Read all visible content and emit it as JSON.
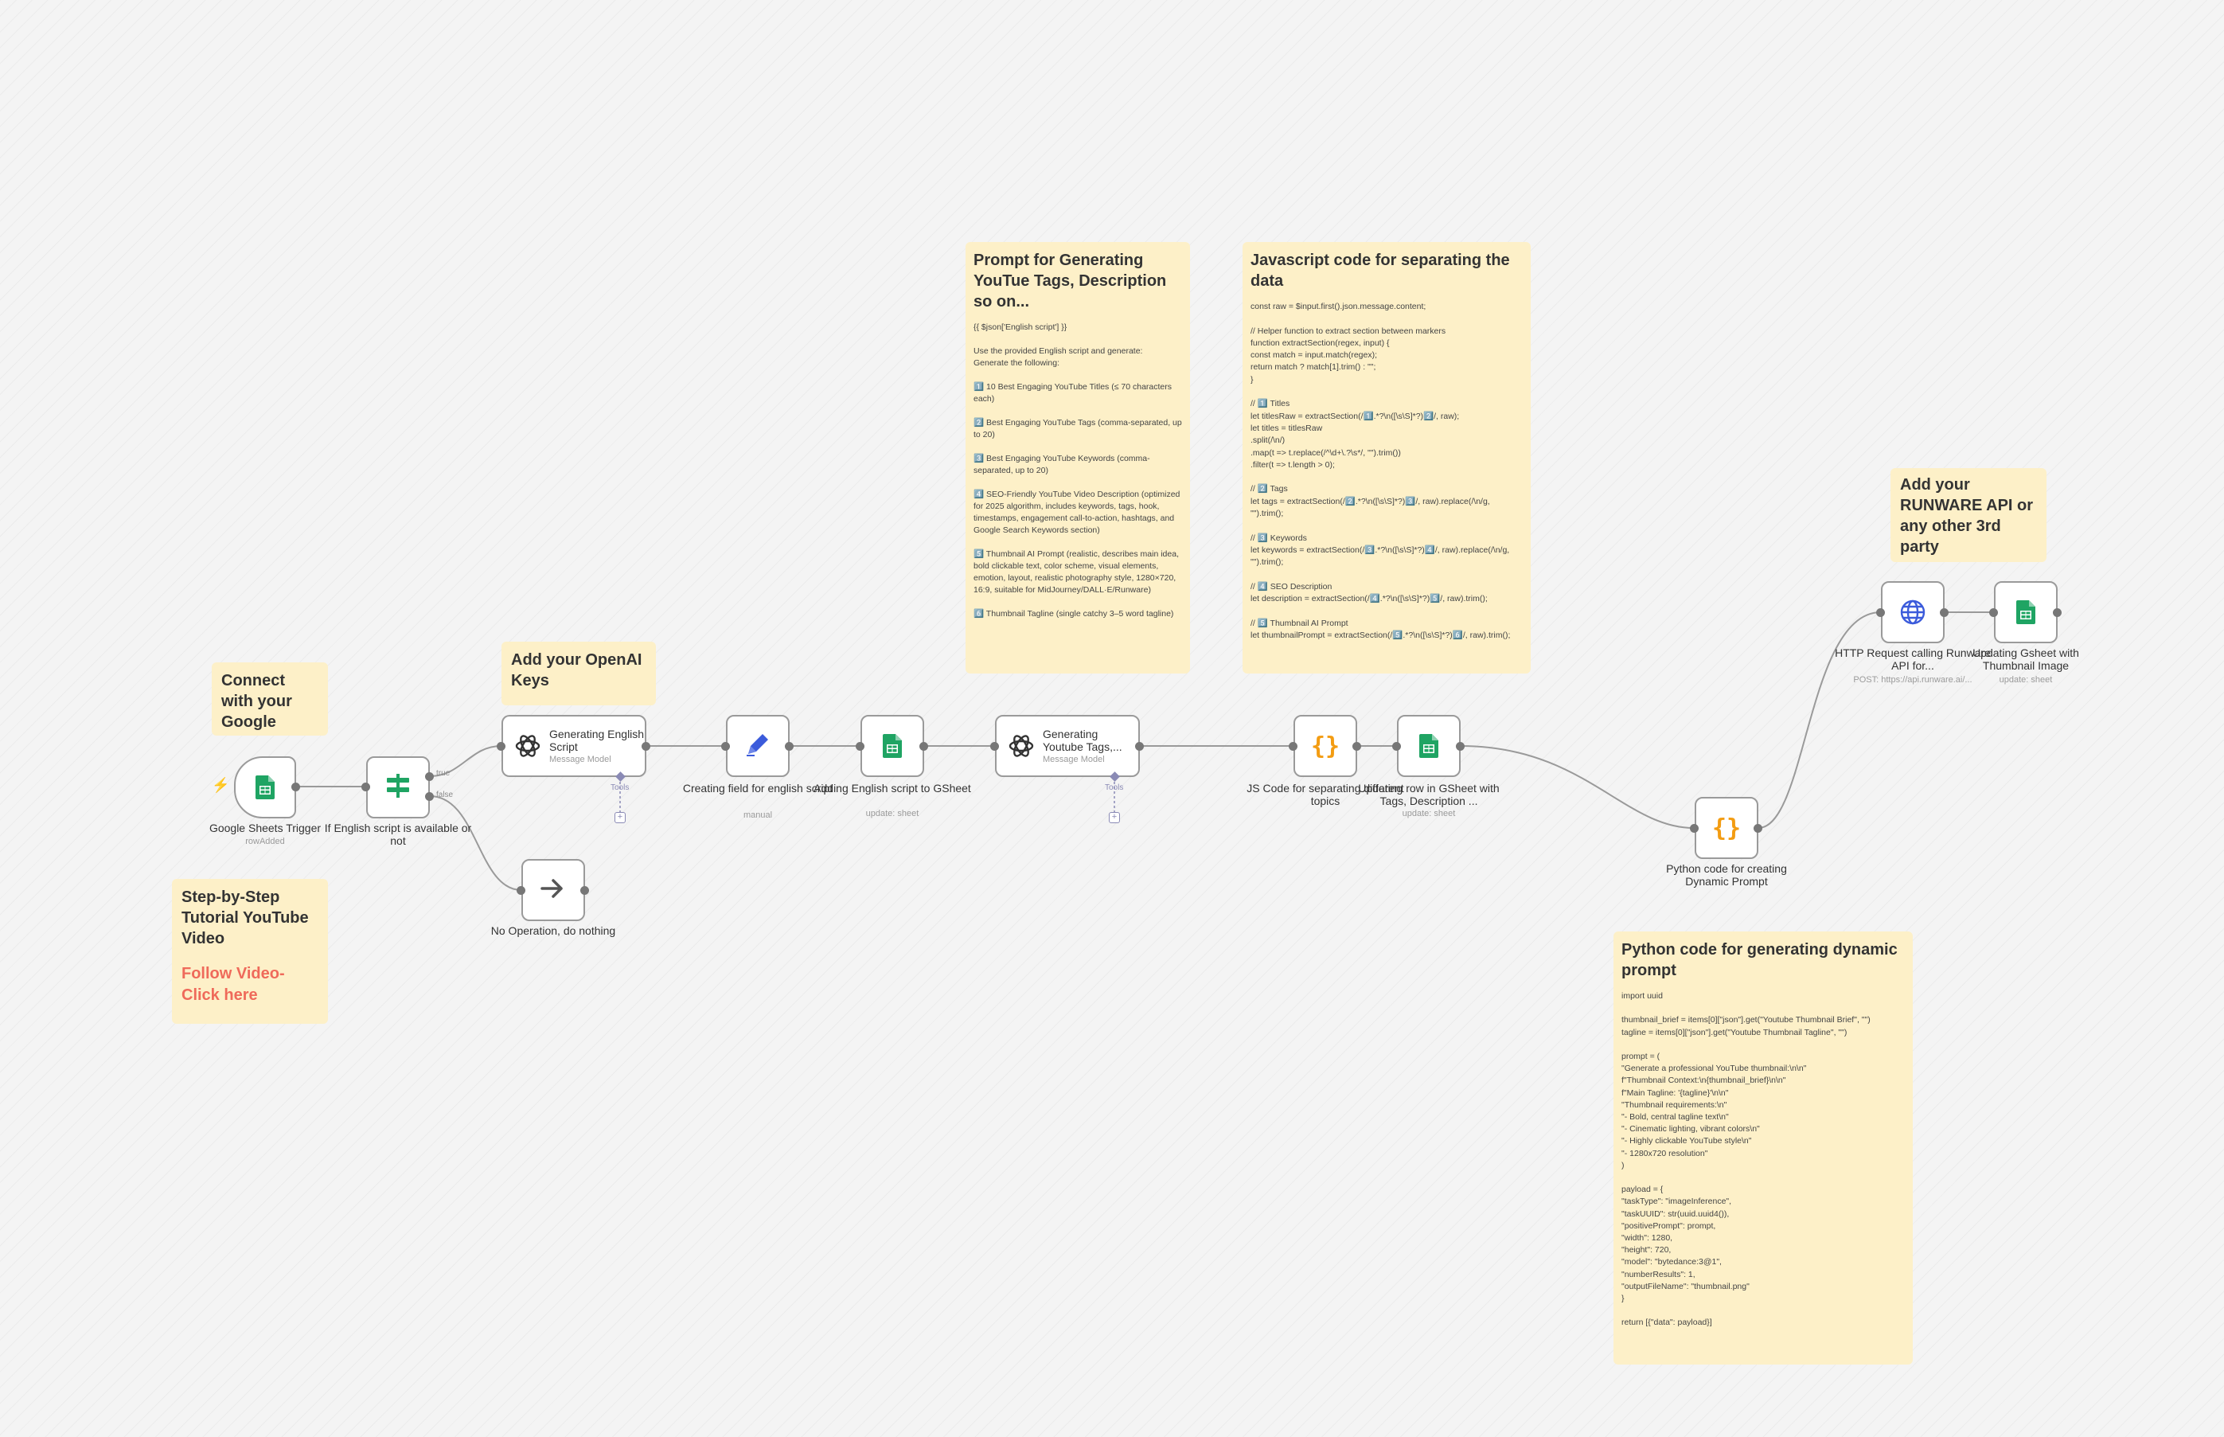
{
  "colors": {
    "sticky": "#fdf0c8",
    "link": "#ef6a5a",
    "sheets": "#1fa463",
    "code": "#f39c12",
    "edit": "#3b5bdb",
    "http": "#3b5bdb",
    "wire": "#9a9a9a"
  },
  "stickies": {
    "google_sheet": {
      "title": "Connect with your Google Sheet"
    },
    "openai_keys": {
      "title": "Add your OpenAI Keys"
    },
    "tutorial": {
      "title": "Step-by-Step Tutorial YouTube Video",
      "link": "Follow Video- Click here"
    },
    "runware": {
      "title": "Add your RUNWARE API or any other 3rd party"
    },
    "prompt_tags": {
      "title": "Prompt for Generating YouTue Tags, Description so on...",
      "body": "{{ $json['English script'] }}\n\nUse the provided English script and generate:\nGenerate the following:\n\n1️⃣ 10 Best Engaging YouTube Titles (≤ 70 characters each)\n\n2️⃣ Best Engaging YouTube Tags (comma-separated, up to 20)\n\n3️⃣ Best Engaging YouTube Keywords (comma-separated, up to 20)\n\n4️⃣ SEO-Friendly YouTube Video Description (optimized for 2025 algorithm, includes keywords, tags, hook, timestamps, engagement call-to-action, hashtags, and Google Search Keywords section)\n\n5️⃣ Thumbnail AI Prompt (realistic, describes main idea, bold clickable text, color scheme, visual elements, emotion, layout, realistic photography style, 1280×720, 16:9, suitable for MidJourney/DALL·E/Runware)\n\n6️⃣ Thumbnail Tagline (single catchy 3–5 word tagline)"
    },
    "js_code": {
      "title": "Javascript code for separating the data",
      "body": "const raw = $input.first().json.message.content;\n\n// Helper function to extract section between markers\nfunction extractSection(regex, input) {\nconst match = input.match(regex);\nreturn match ? match[1].trim() : \"\";\n}\n\n// 1️⃣ Titles\nlet titlesRaw = extractSection(/1️⃣.*?\\n([\\s\\S]*?)2️⃣/, raw);\nlet titles = titlesRaw\n.split(/\\n/)\n.map(t => t.replace(/^\\d+\\.?\\s*/, \"\").trim())\n.filter(t => t.length > 0);\n\n// 2️⃣ Tags\nlet tags = extractSection(/2️⃣.*?\\n([\\s\\S]*?)3️⃣/, raw).replace(/\\n/g, \"\").trim();\n\n// 3️⃣ Keywords\nlet keywords = extractSection(/3️⃣.*?\\n([\\s\\S]*?)4️⃣/, raw).replace(/\\n/g, \"\").trim();\n\n// 4️⃣ SEO Description\nlet description = extractSection(/4️⃣.*?\\n([\\s\\S]*?)5️⃣/, raw).trim();\n\n// 5️⃣ Thumbnail AI Prompt\nlet thumbnailPrompt = extractSection(/5️⃣.*?\\n([\\s\\S]*?)6️⃣/, raw).trim();"
    },
    "python_code": {
      "title": "Python code for generating dynamic prompt",
      "body": "import uuid\n\nthumbnail_brief = items[0][\"json\"].get(\"Youtube Thumbnail Brief\", \"\")\ntagline = items[0][\"json\"].get(\"Youtube Thumbnail Tagline\", \"\")\n\nprompt = (\n\"Generate a professional YouTube thumbnail:\\n\\n\"\nf\"Thumbnail Context:\\n{thumbnail_brief}\\n\\n\"\nf\"Main Tagline: '{tagline}'\\n\\n\"\n\"Thumbnail requirements:\\n\"\n\"- Bold, central tagline text\\n\"\n\"- Cinematic lighting, vibrant colors\\n\"\n\"- Highly clickable YouTube style\\n\"\n\"- 1280x720 resolution\"\n)\n\npayload = {\n\"taskType\": \"imageInference\",\n\"taskUUID\": str(uuid.uuid4()),\n\"positivePrompt\": prompt,\n\"width\": 1280,\n\"height\": 720,\n\"model\": \"bytedance:3@1\",\n\"numberResults\": 1,\n\"outputFileName\": \"thumbnail.png\"\n}\n\nreturn [{\"data\": payload}]"
    }
  },
  "nodes": {
    "sheets_trigger": {
      "label": "Google Sheets Trigger",
      "sub": "rowAdded"
    },
    "if_script": {
      "label": "If English script is available or not",
      "true_label": "true",
      "false_label": "false"
    },
    "gen_english": {
      "title": "Generating English Script",
      "sub": "Message Model",
      "tools": "Tools"
    },
    "no_op": {
      "label": "No Operation, do nothing"
    },
    "create_field": {
      "label": "Creating field for english script",
      "sub": "manual"
    },
    "add_english": {
      "label": "Adding English script to GSheet",
      "sub": "update: sheet"
    },
    "gen_tags": {
      "title": "Generating Youtube Tags,...",
      "sub": "Message Model",
      "tools": "Tools"
    },
    "js_code": {
      "label": "JS Code for separating different topics"
    },
    "update_row": {
      "label": "Updating row in GSheet with Tags, Description ...",
      "sub": "update: sheet"
    },
    "python_code": {
      "label": "Python code for creating Dynamic Prompt"
    },
    "http_request": {
      "label": "HTTP Request calling Runware API for...",
      "sub": "POST: https://api.runware.ai/..."
    },
    "update_thumbnail": {
      "label": "Updating Gsheet with Thumbnail Image",
      "sub": "update: sheet"
    }
  }
}
